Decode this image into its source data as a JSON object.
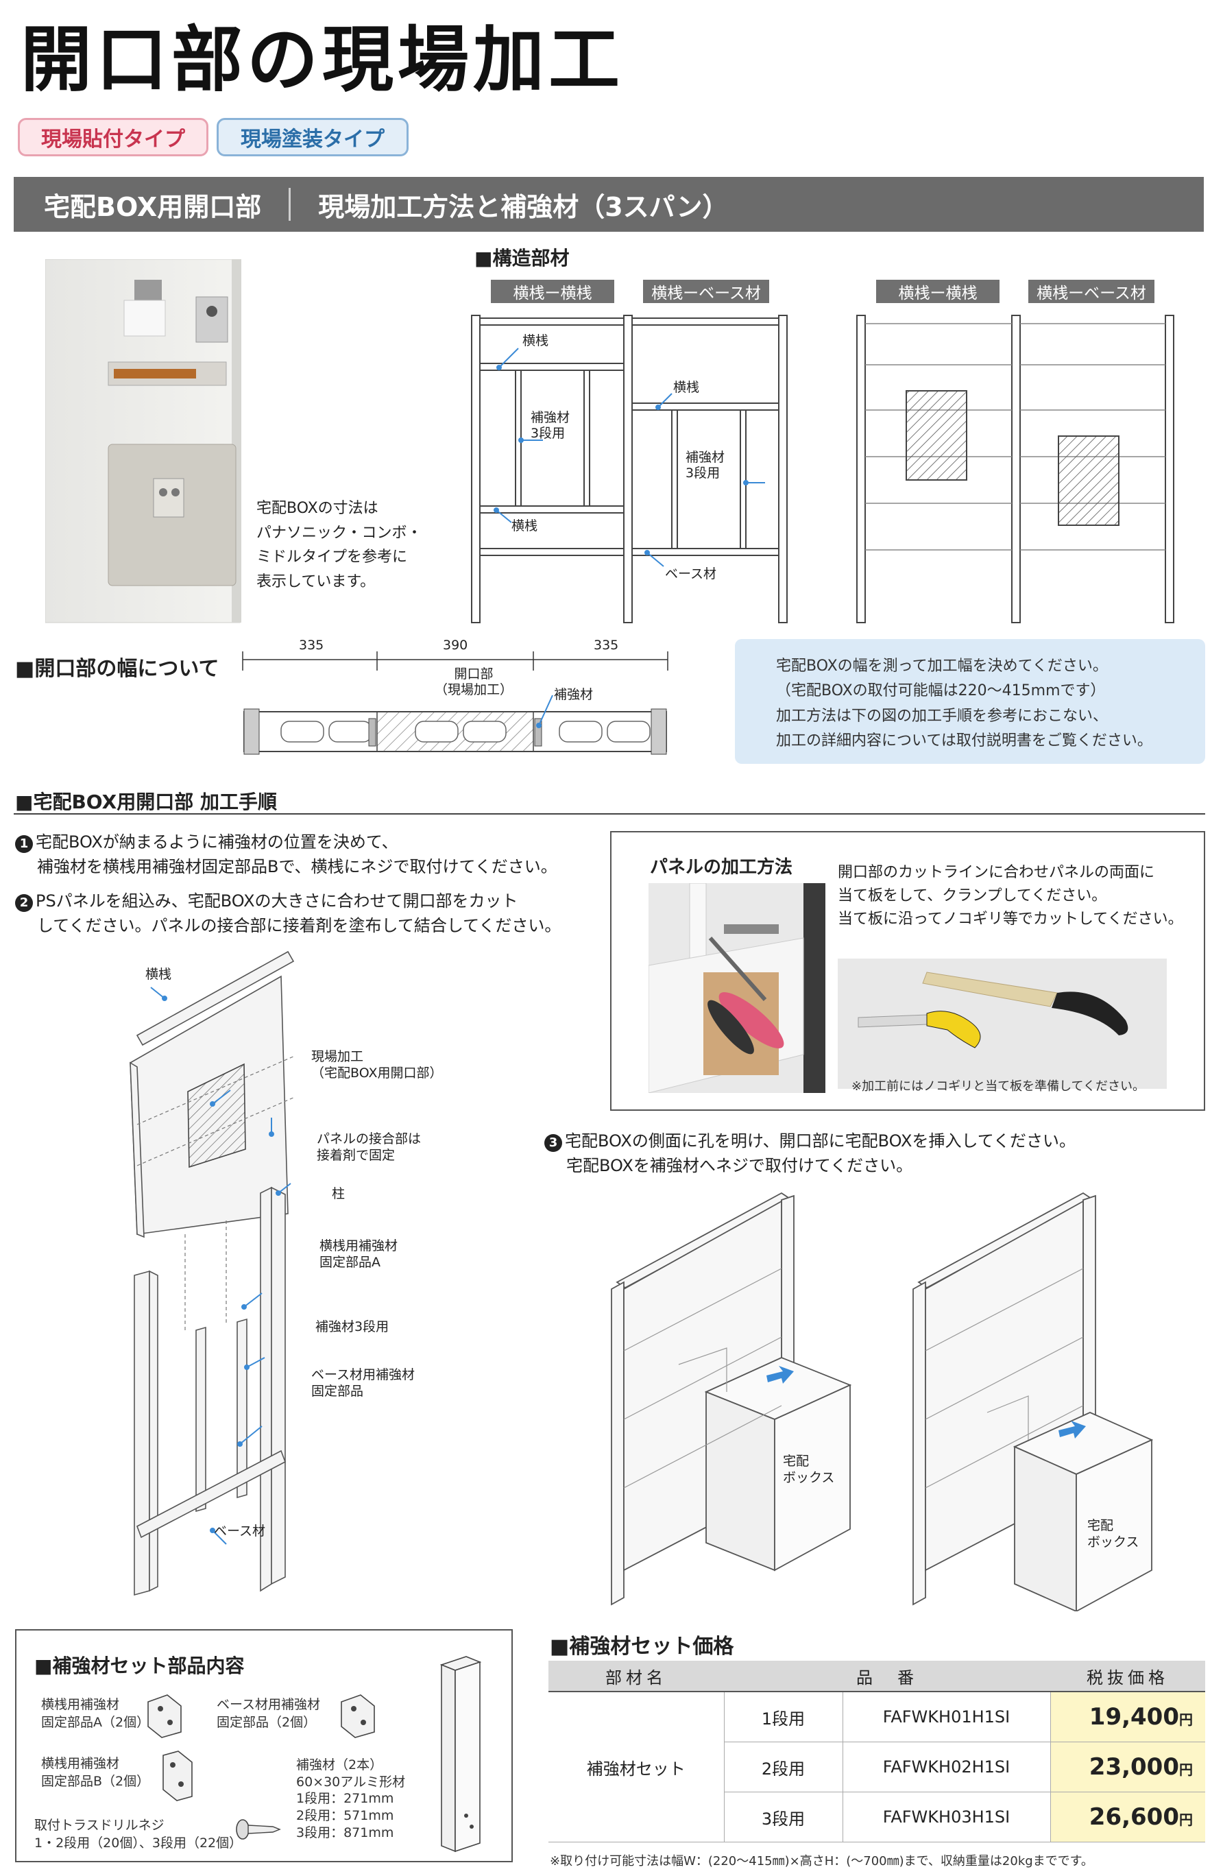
{
  "title": "開口部の現場加工",
  "badges": {
    "pink": "現場貼付タイプ",
    "blue": "現場塗装タイプ"
  },
  "section_bar": {
    "left": "宅配BOX用開口部",
    "right": "現場加工方法と補強材（3スパン）"
  },
  "photo_note": [
    "宅配BOXの寸法は",
    "パナソニック・コンボ・",
    "ミドルタイプを参考に",
    "表示しています。"
  ],
  "structure": {
    "heading": "■構造部材",
    "tabs": [
      "横桟ー横桟",
      "横桟ーベース材",
      "横桟ー横桟",
      "横桟ーベース材"
    ],
    "labels": {
      "yokosan": "横桟",
      "hokyo1": "補強材",
      "hokyo2": "3段用",
      "base": "ベース材"
    }
  },
  "width_section": {
    "heading": "■開口部の幅について",
    "dims": [
      "335",
      "390",
      "335"
    ],
    "labels": {
      "opening1": "開口部",
      "opening2": "（現場加工）",
      "hokyo": "補強材"
    }
  },
  "info_box": [
    "宅配BOXの幅を測って加工幅を決めてください。",
    "（宅配BOXの取付可能幅は220〜415mmです）",
    "加工方法は下の図の加工手順を参考におこない、",
    "加工の詳細内容については取付説明書をご覧ください。"
  ],
  "procedure": {
    "heading": "■宅配BOX用開口部 加工手順",
    "step1": [
      "宅配BOXが納まるように補強材の位置を決めて、",
      "補強材を横桟用補強材固定部品Bで、横桟にネジで取付けてください。"
    ],
    "step2": [
      "PSパネルを組込み、宅配BOXの大きさに合わせて開口部をカット",
      "してください。パネルの接合部に接着剤を塗布して結合してください。"
    ],
    "step3": [
      "宅配BOXの側面に孔を明け、開口部に宅配BOXを挿入してください。",
      "宅配BOXを補強材へネジで取付けてください。"
    ],
    "nums": [
      "1",
      "2",
      "3"
    ]
  },
  "exploded_labels": {
    "yokosan": "横桟",
    "genba1": "現場加工",
    "genba2": "（宅配BOX用開口部）",
    "panel1": "パネルの接合部は",
    "panel2": "接着剤で固定",
    "hashira": "柱",
    "koteiA1": "横桟用補強材",
    "koteiA2": "固定部品A",
    "hokyo3": "補強材3段用",
    "basekotei1": "ベース材用補強材",
    "basekotei2": "固定部品",
    "base": "ベース材"
  },
  "panel_method": {
    "heading": "パネルの加工方法",
    "text": [
      "開口部のカットラインに合わせパネルの両面に",
      "当て板をして、クランプしてください。",
      "当て板に沿ってノコギリ等でカットしてください。"
    ],
    "note": "※加工前にはノコギリと当て板を準備してください。"
  },
  "box_label": [
    "宅配",
    "ボックス"
  ],
  "parts": {
    "heading": "■補強材セット部品内容",
    "a": [
      "横桟用補強材",
      "固定部品A（2個）"
    ],
    "base": [
      "ベース材用補強材",
      "固定部品（2個）"
    ],
    "b": [
      "横桟用補強材",
      "固定部品B（2個）"
    ],
    "hokyo": [
      "補強材（2本）",
      "60×30アルミ形材",
      "1段用：271mm",
      "2段用：571mm",
      "3段用：871mm"
    ],
    "screw": [
      "取付トラスドリルネジ",
      "1・2段用（20個）、3段用（22個）"
    ]
  },
  "price": {
    "heading": "■補強材セット価格",
    "headers": [
      "部材名",
      "品　番",
      "税抜価格"
    ],
    "set_name": "補強材セット",
    "rows": [
      {
        "size": "1段用",
        "code": "FAFWKH01H1SI",
        "price": "19,400",
        "unit": "円"
      },
      {
        "size": "2段用",
        "code": "FAFWKH02H1SI",
        "price": "23,000",
        "unit": "円"
      },
      {
        "size": "3段用",
        "code": "FAFWKH03H1SI",
        "price": "26,600",
        "unit": "円"
      }
    ],
    "footnote": "※取り付け可能寸法は幅W：(220〜415㎜)×高さH：(〜700㎜)まで、収納重量は20kgまでです。"
  }
}
